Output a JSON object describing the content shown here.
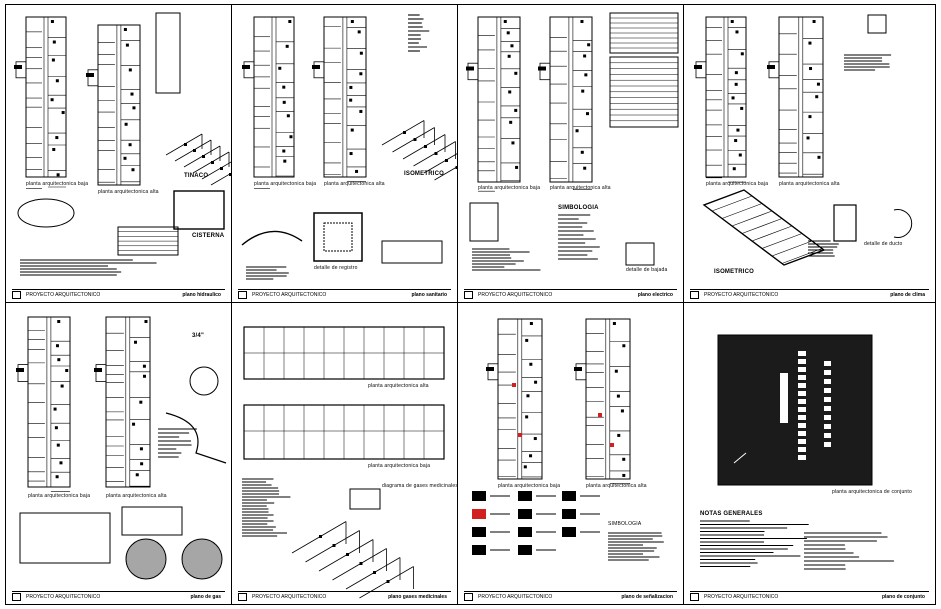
{
  "drawing_set": {
    "title_block_text": "PROYECTO ARQUITECTONICO",
    "sheets": [
      {
        "labels": [
          "planta arquitectonica baja",
          "planta arquitectonica alta",
          "TINACO",
          "CISTERNA"
        ],
        "sheet_title": "plano hidraulico"
      },
      {
        "labels": [
          "planta arquitectonica baja",
          "planta arquitectonica alta",
          "ISOMETRICO",
          "detalle de registro"
        ],
        "sheet_title": "plano sanitario"
      },
      {
        "labels": [
          "planta arquitectonica baja",
          "planta arquitectonica alta",
          "SIMBOLOGIA",
          "detalle de bajada"
        ],
        "sheet_title": "plano electrico"
      },
      {
        "labels": [
          "planta arquitectonica baja",
          "planta arquitectonica alta",
          "ISOMETRICO",
          "detalle de ducto"
        ],
        "sheet_title": "plano de clima"
      },
      {
        "labels": [
          "planta arquitectonica baja",
          "planta arquitectonica alta",
          "3/4\""
        ],
        "sheet_title": "plano de gas"
      },
      {
        "labels": [
          "planta arquitectonica alta",
          "planta arquitectonica baja",
          "diagrama de gases medicinales"
        ],
        "sheet_title": "plano gases medicinales"
      },
      {
        "labels": [
          "planta arquitectonica baja",
          "planta arquitectonica alta",
          "SIMBOLOGIA"
        ],
        "sheet_title": "plano de señalizacion"
      },
      {
        "labels": [
          "planta arquitectonica de conjunto",
          "NOTAS GENERALES"
        ],
        "sheet_title": "plano de conjunto"
      }
    ]
  }
}
